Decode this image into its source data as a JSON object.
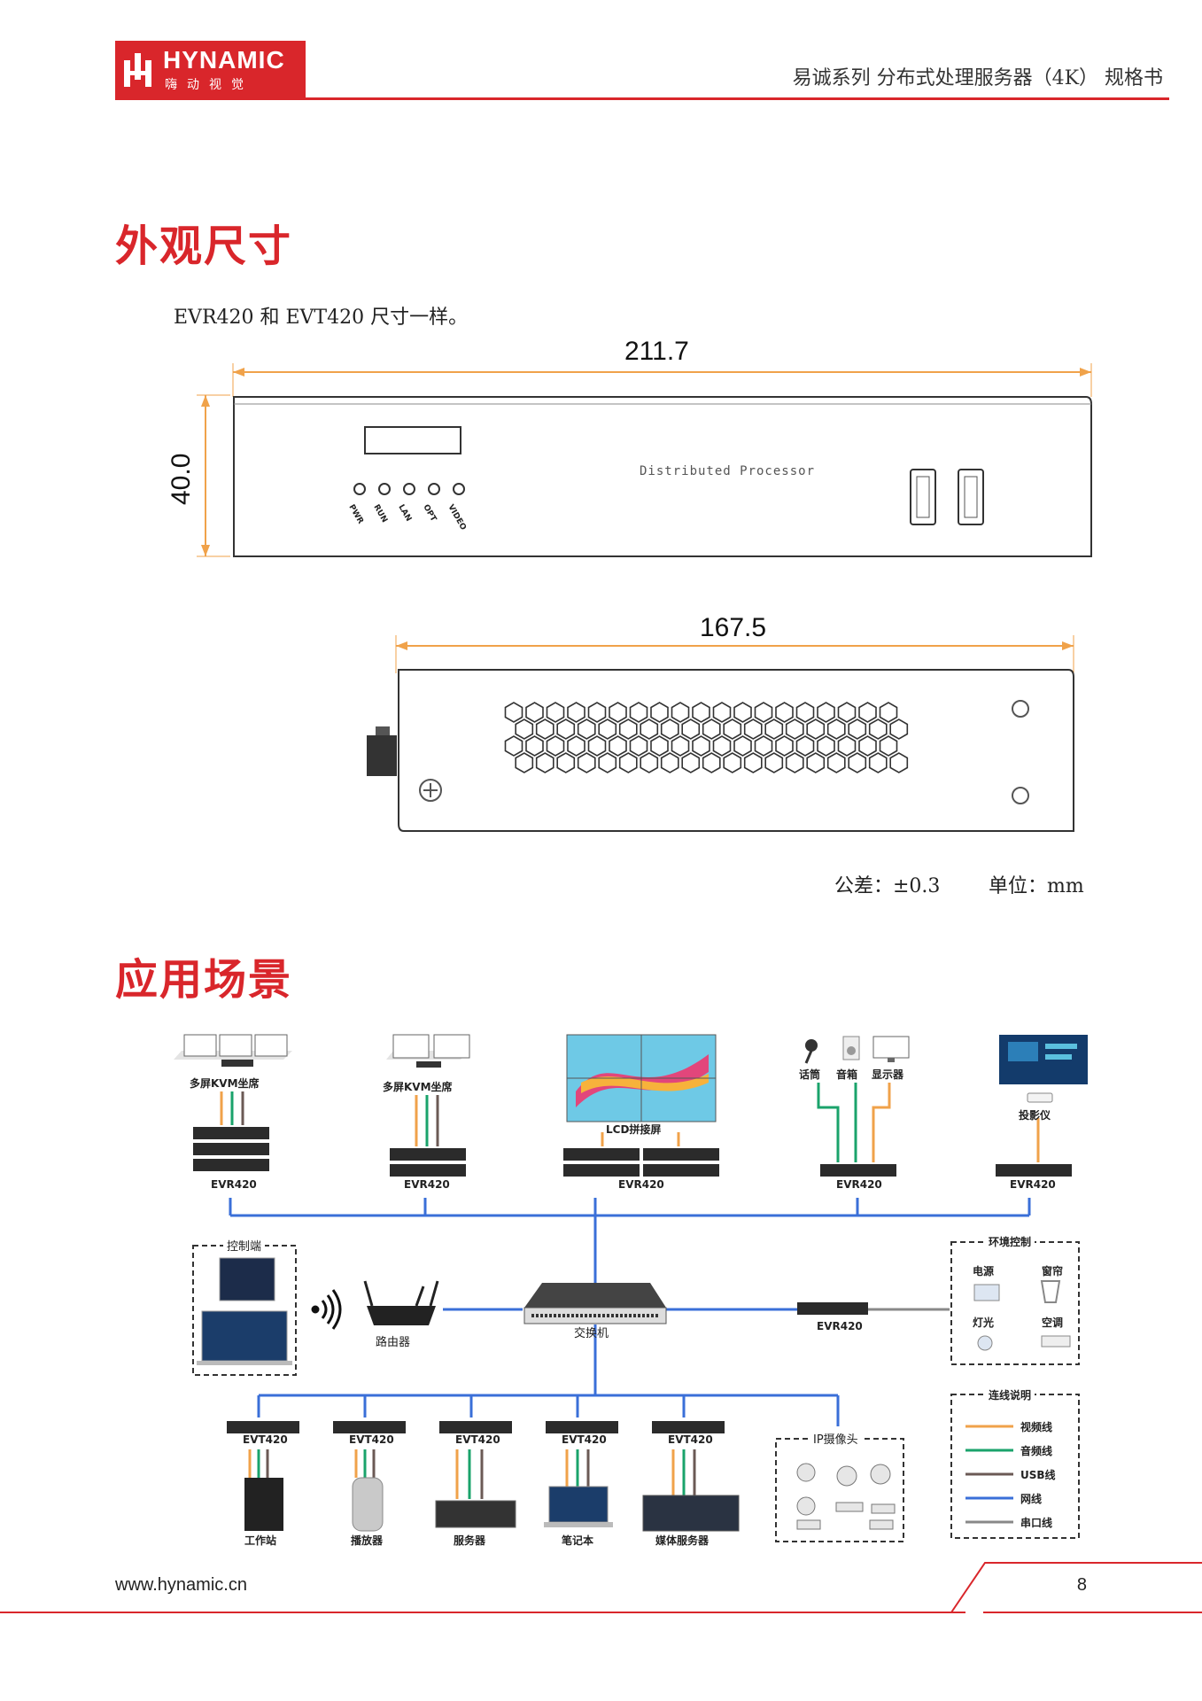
{
  "header": {
    "logo_name": "HYNAMIC",
    "logo_sub": "嗨动视觉",
    "doc_title": "易诚系列 分布式处理服务器（4K） 规格书"
  },
  "section1": {
    "title": "外观尺寸",
    "note": "EVR420 和 EVT420 尺寸一样。",
    "front_width": "211.7",
    "front_height": "40.0",
    "front_label": "Distributed Processor",
    "leds": [
      "PWR",
      "RUN",
      "LAN",
      "OPT",
      "VIDEO"
    ],
    "side_width": "167.5",
    "tolerance": "公差：±0.3",
    "unit": "单位：mm"
  },
  "section2": {
    "title": "应用场景",
    "top_devices": [
      "多屏KVM坐席",
      "多屏KVM坐席",
      "LCD拼接屏",
      "话筒",
      "音箱",
      "显示器",
      "投影仪"
    ],
    "evr_labels": [
      "EVR420",
      "EVR420",
      "EVR420",
      "EVR420",
      "EVR420"
    ],
    "control": "控制端",
    "router": "路由器",
    "switch": "交换机",
    "env_evr": "EVR420",
    "env_title": "环境控制",
    "env_items": [
      "电源",
      "窗帘",
      "灯光",
      "空调"
    ],
    "evt_labels": [
      "EVT420",
      "EVT420",
      "EVT420",
      "EVT420",
      "EVT420"
    ],
    "bottom_devices": [
      "工作站",
      "播放器",
      "服务器",
      "笔记本",
      "媒体服务器"
    ],
    "ipcam": "IP摄像头",
    "legend_title": "连线说明",
    "legend": [
      {
        "label": "视频线",
        "color": "#f0a24a"
      },
      {
        "label": "音频线",
        "color": "#1aa36b"
      },
      {
        "label": "USB线",
        "color": "#6b5a55"
      },
      {
        "label": "网线",
        "color": "#3a6fd8"
      },
      {
        "label": "串口线",
        "color": "#888888"
      }
    ]
  },
  "footer": {
    "url": "www.hynamic.cn",
    "page": "8"
  }
}
